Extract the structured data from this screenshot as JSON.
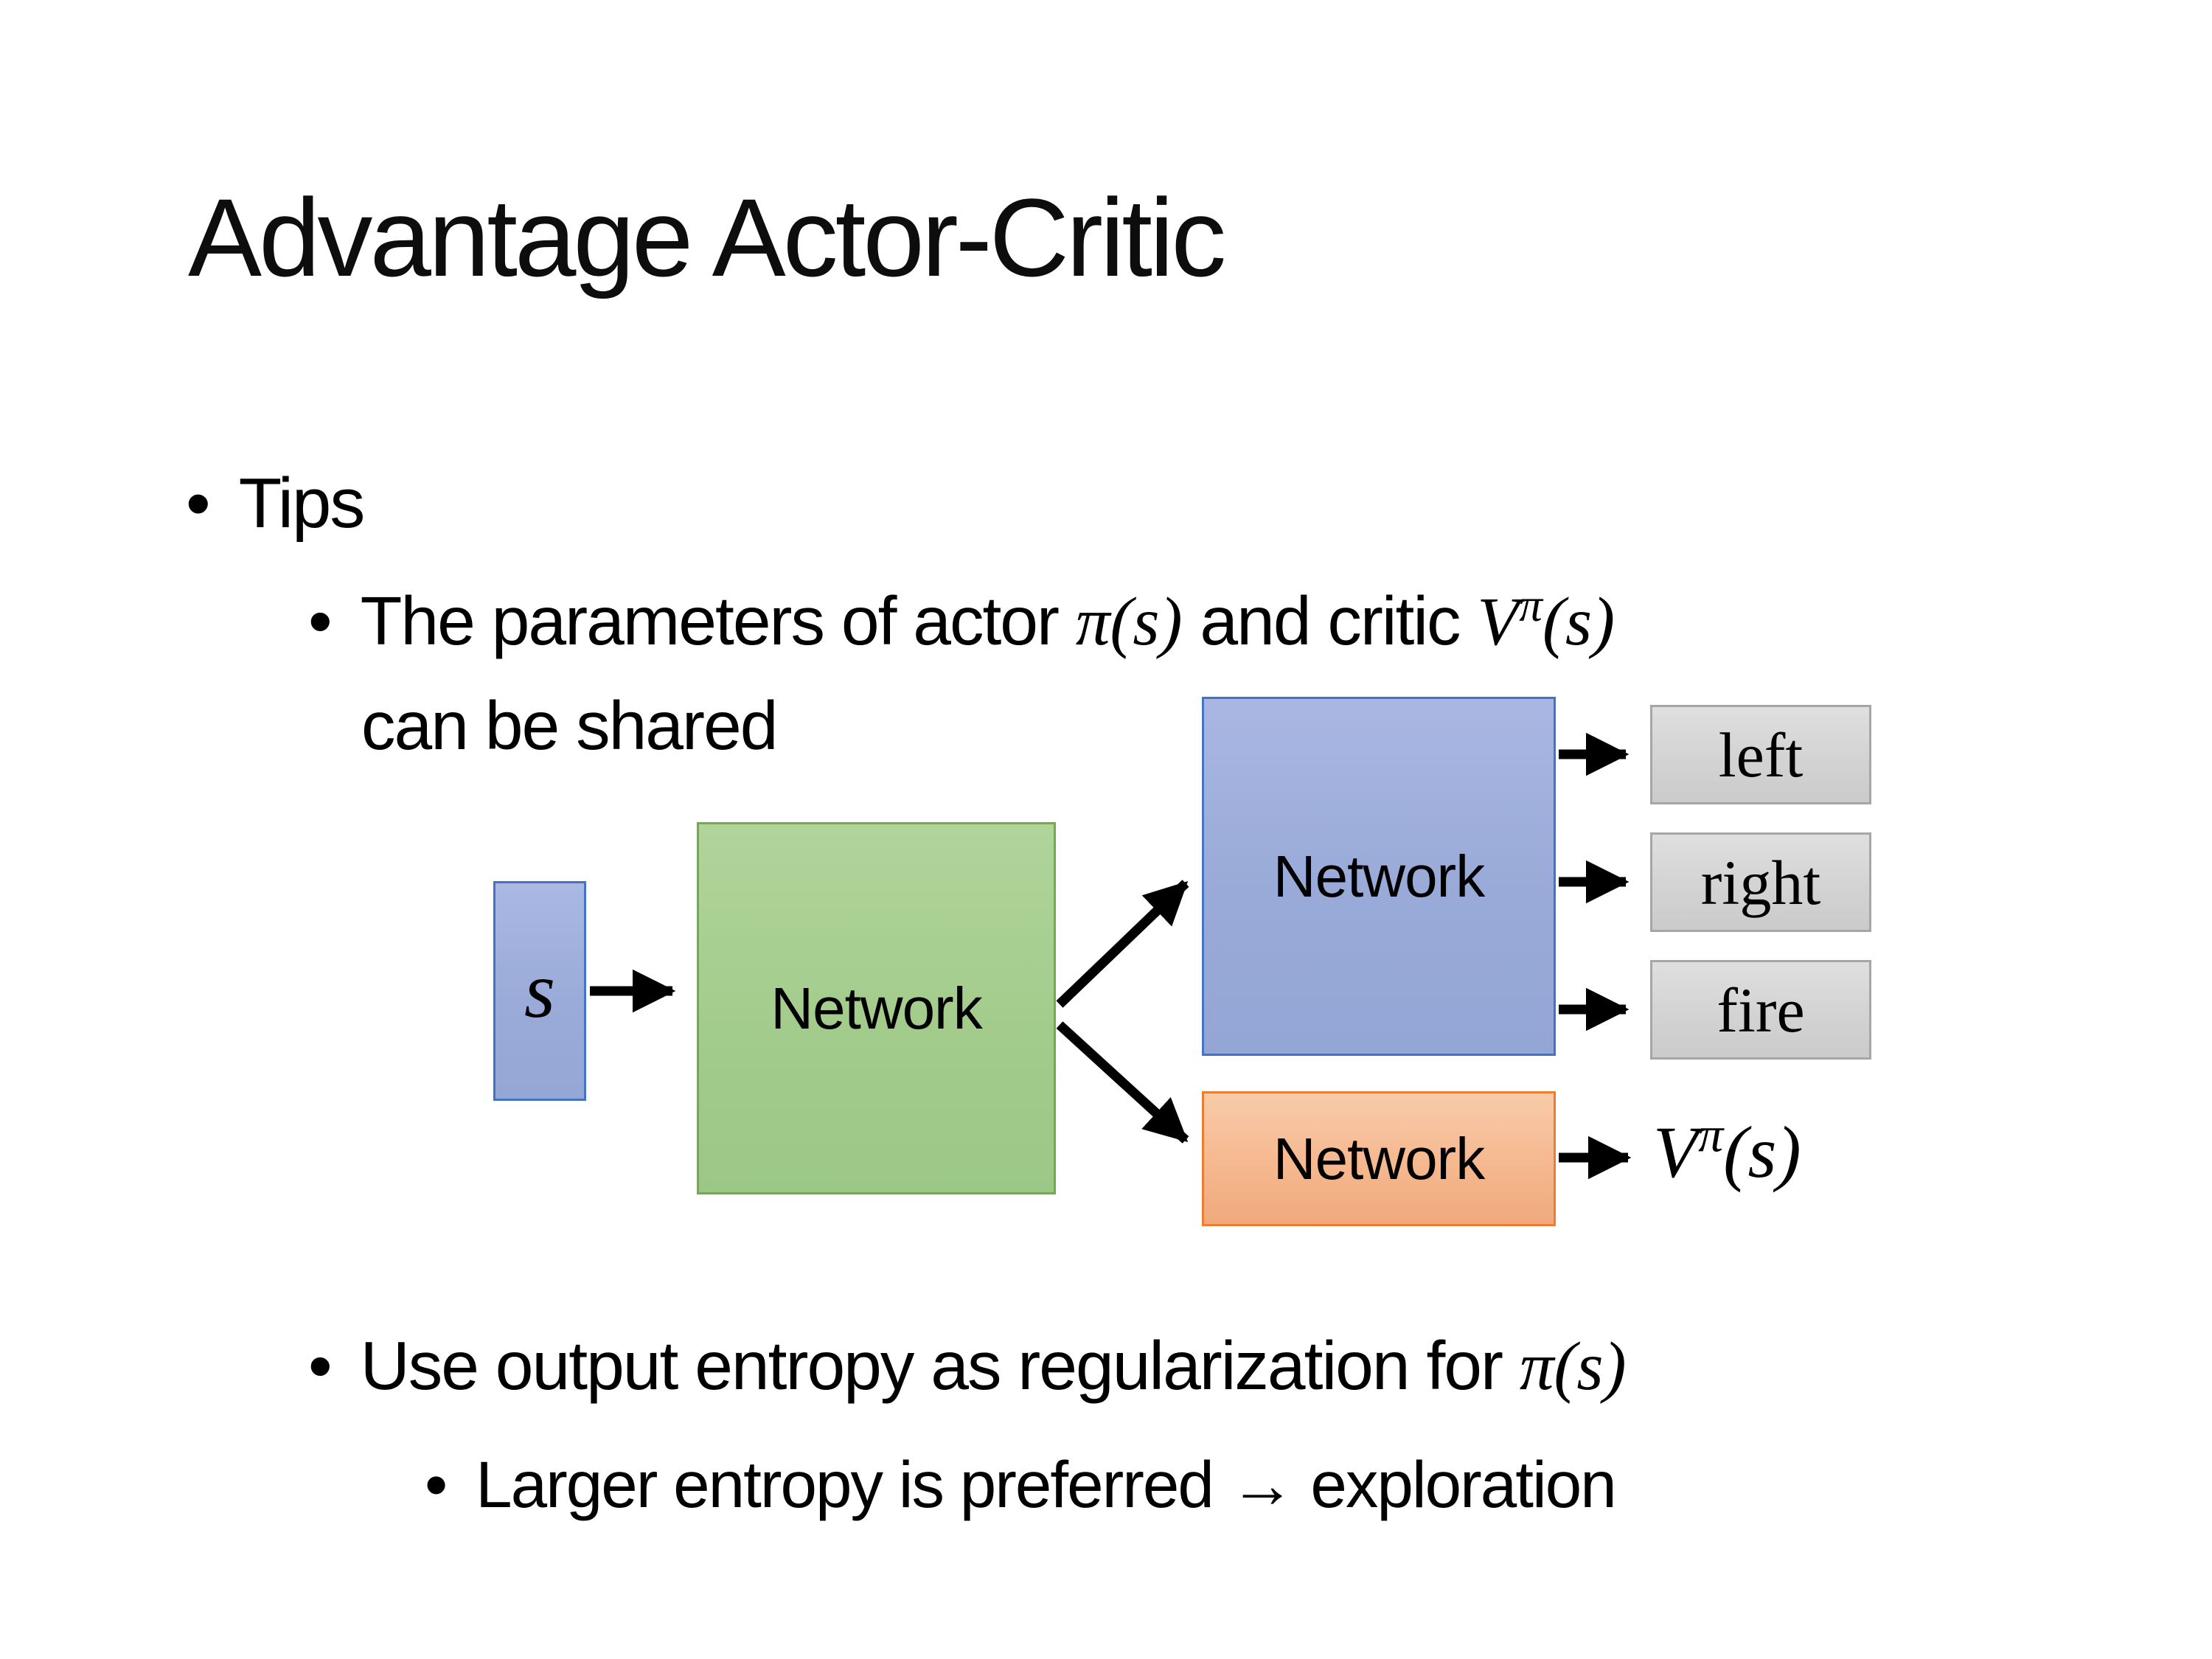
{
  "slide": {
    "title": "Advantage Actor-Critic",
    "bullet_glyph": "•",
    "bullets": {
      "tips_label": "Tips",
      "b2_pre": "The parameters of actor ",
      "b2_m1": "π(s)",
      "b2_mid": "  and critic ",
      "b2_v": "V",
      "b2_sup": "π",
      "b2_args": "(s)",
      "b2_line2": "can be shared",
      "b3_pre": "Use output entropy as regularization for ",
      "b3_m": "π(s)",
      "b4_text": "Larger entropy is preferred → exploration"
    }
  },
  "diagram": {
    "state_label": "s",
    "shared_network_label": "Network",
    "actor_network_label": "Network",
    "critic_network_label": "Network",
    "actions": [
      "left",
      "right",
      "fire"
    ],
    "value_v": "V",
    "value_sup": "π",
    "value_args": "(s)",
    "colors": {
      "state_fill": "#9aabd9",
      "state_border": "#4472c4",
      "shared_fill": "#a3cc8c",
      "shared_border": "#70ad47",
      "actor_fill": "#99aad8",
      "actor_border": "#4472c4",
      "critic_fill": "#f5b88f",
      "critic_border": "#ed7d31",
      "action_fill": "#d3d3d3",
      "action_border": "#a6a6a6",
      "arrow": "#000000",
      "text": "#000000"
    }
  }
}
